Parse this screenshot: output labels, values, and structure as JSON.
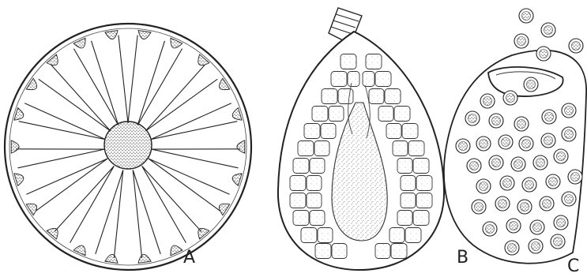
{
  "figure": {
    "panels": [
      {
        "id": "A",
        "label": "A"
      },
      {
        "id": "B",
        "label": "B"
      },
      {
        "id": "C",
        "label": "C"
      }
    ]
  },
  "colors": {
    "ink": "#222222",
    "stipple": "#555555",
    "paper": "#ffffff"
  }
}
